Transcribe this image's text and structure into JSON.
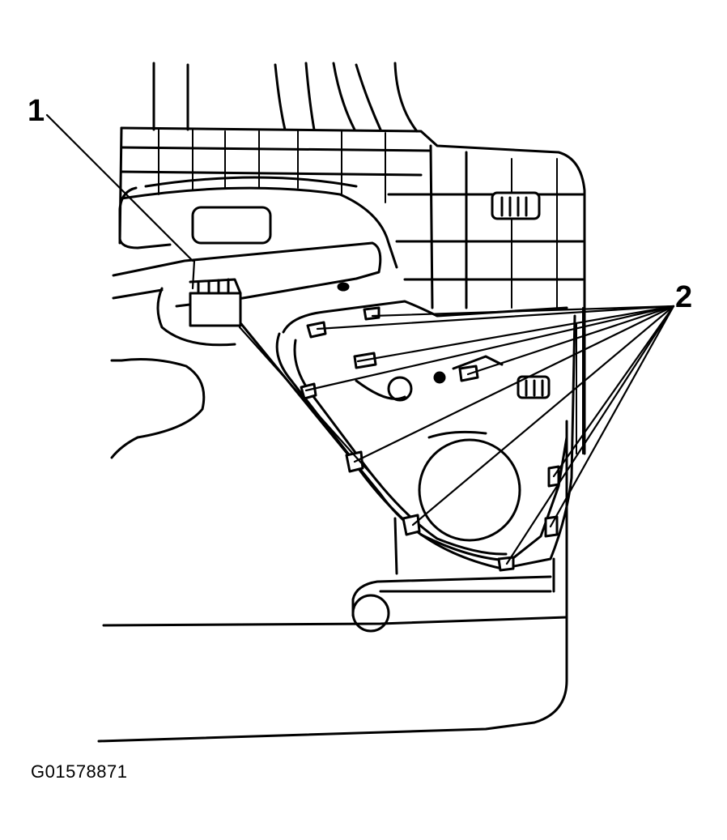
{
  "callouts": {
    "one": "1",
    "two": "2"
  },
  "figure_id": "G01578871"
}
